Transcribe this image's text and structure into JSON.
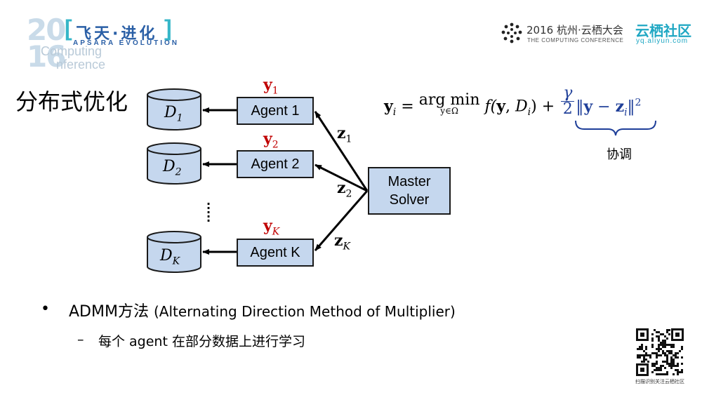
{
  "header": {
    "logo_year_top": "20",
    "logo_year_bottom": "16",
    "logo_sub_line1": "Computing",
    "logo_sub_line2": "nference",
    "logo_bracket_open": "[",
    "logo_bracket_close": "]",
    "logo_cn": "飞天·进化",
    "logo_en": "APSARA EVOLUTION",
    "conf_title": "2016 杭州·云栖大会",
    "conf_sub": "THE COMPUTING CONFERENCE",
    "brand": "云栖社区",
    "brand_url": "yq.aliyun.com"
  },
  "slide": {
    "title": "分布式优化"
  },
  "diagram": {
    "datasets": [
      {
        "name": "D",
        "sub": "1"
      },
      {
        "name": "D",
        "sub": "2"
      },
      {
        "name": "D",
        "sub": "K"
      }
    ],
    "agents": [
      "Agent 1",
      "Agent 2",
      "Agent K"
    ],
    "y_labels": [
      {
        "name": "y",
        "sub": "1"
      },
      {
        "name": "y",
        "sub": "2"
      },
      {
        "name": "y",
        "sub": "K"
      }
    ],
    "z_labels": [
      {
        "name": "z",
        "sub": "1"
      },
      {
        "name": "z",
        "sub": "2"
      },
      {
        "name": "z",
        "sub": "K"
      }
    ],
    "master_line1": "Master",
    "master_line2": "Solver",
    "vdots": "⋮"
  },
  "formula": {
    "lhs": "y",
    "lhs_sub": "i",
    "equals": "=",
    "argmin": "arg min",
    "argmin_under": "y∈Ω",
    "f_expr": "f(",
    "f_y": "y",
    "f_comma": ", ",
    "f_D": "D",
    "f_D_sub": "i",
    "f_close": ")",
    "plus": "+",
    "gamma": "γ",
    "two": "2",
    "norm_open": "‖",
    "norm_y": "y",
    "minus": " − ",
    "norm_z": "z",
    "norm_z_sub": "i",
    "norm_close": "‖",
    "power": "2",
    "brace_label": "协调"
  },
  "bullets": {
    "b1_dot": "•",
    "b1_main": "ADMM方法",
    "b1_paren": "(Alternating Direction Method of Multiplier)",
    "b2_dash": "–",
    "b2_text": "每个 agent 在部分数据上进行学习"
  },
  "qr": {
    "caption": "扫描识别关注云栖社区"
  },
  "colors": {
    "node_fill": "#c5d7ee",
    "y_label": "#c00000",
    "formula_blue": "#1f3f99",
    "brand": "#1fa7c3"
  }
}
